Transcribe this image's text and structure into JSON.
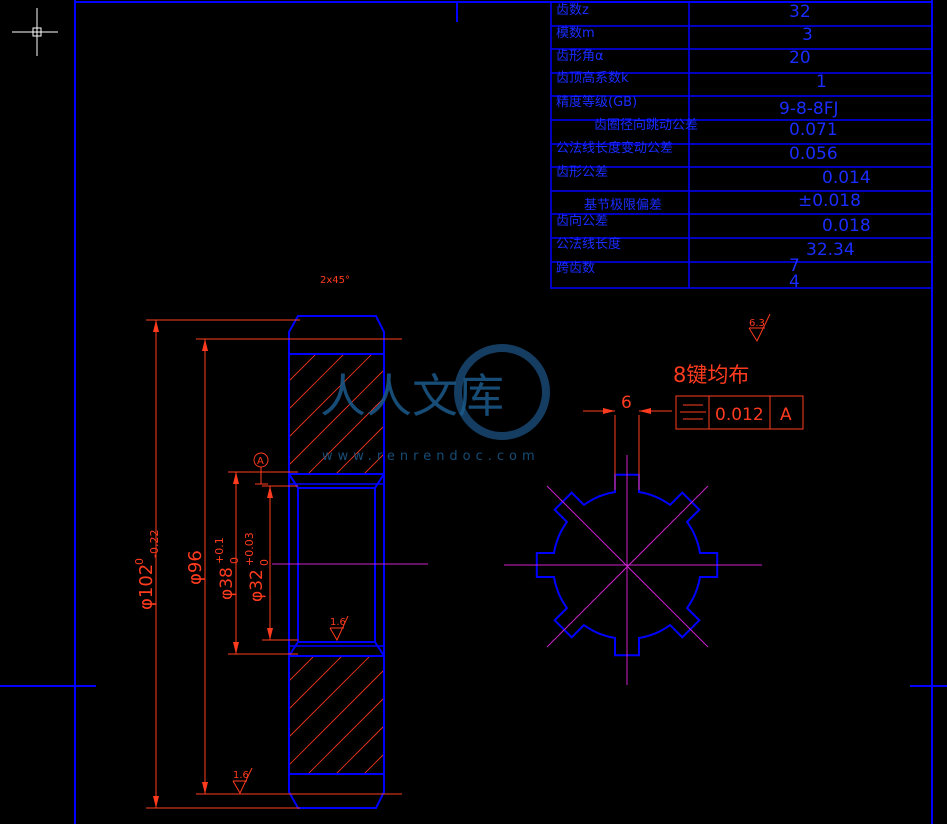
{
  "param_table": {
    "rows": [
      {
        "label": "齿数z",
        "value": "32"
      },
      {
        "label": "模数m",
        "value": "3"
      },
      {
        "label": "齿形角α",
        "value": "20"
      },
      {
        "label": "齿顶高系数k",
        "value": "1"
      },
      {
        "label": "精度等级(GB)",
        "value": "9-8-8FJ"
      },
      {
        "label": "齿圈径向跳动公差",
        "value": "0.071"
      },
      {
        "label": "公法线长度变动公差",
        "value": "0.056"
      },
      {
        "label": "齿形公差",
        "value": "0.014"
      },
      {
        "label": "基节极限偏差",
        "value": "±0.018"
      },
      {
        "label": "齿向公差",
        "value": "0.018"
      },
      {
        "label": "公法线长度",
        "value": "32.34"
      },
      {
        "label": "跨齿数",
        "value": "4"
      }
    ],
    "row7_extra": "7"
  },
  "dimensions": {
    "chamfer": "2x45°",
    "dia_outer": "φ102",
    "dia_outer_tol_upper": "0",
    "dia_outer_tol_lower": "-0.22",
    "dia_root": "φ96",
    "dia_bore": "φ38",
    "dia_bore_tol_upper": "+0.1",
    "dia_bore_tol_lower": "0",
    "dia_spline": "φ32",
    "dia_spline_tol_upper": "+0.03",
    "dia_spline_tol_lower": "0",
    "datum_label": "A",
    "roughness_bore": "1.6",
    "roughness_face": "1.6",
    "roughness_general": "6.3",
    "key_width": "6",
    "key_note": "8键均布"
  },
  "tolerance_frame": {
    "symbol": "symmetry",
    "value": "0.012",
    "datum": "A"
  },
  "watermark": {
    "cn": "人人文库",
    "url": "www.renrendoc.com"
  },
  "colors": {
    "background": "#000000",
    "outline": "#0000ff",
    "dimension": "#ff3b1f",
    "centerline": "#cc22cc"
  }
}
